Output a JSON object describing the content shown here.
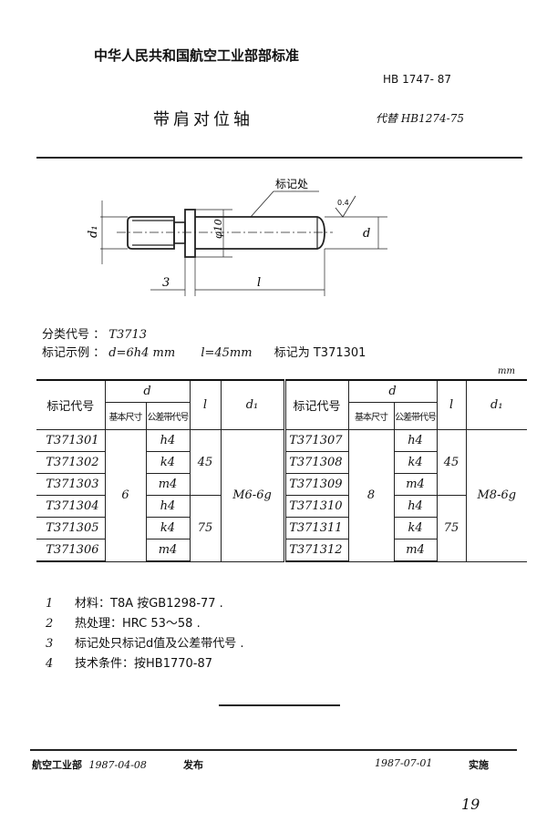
{
  "header": {
    "org_standard": "中华人民共和国航空工业部部标准",
    "standard_no": "HB 1747- 87",
    "title": "带肩对位轴",
    "replaces": "代替 HB1274-75"
  },
  "drawing": {
    "mark_label": "标记处",
    "roughness": "0.4",
    "dim_d1": "d₁",
    "dim_phi10": "φ10",
    "dim_d": "d",
    "dim_3": "3",
    "dim_l": "l"
  },
  "info": {
    "category_label": "分类代号",
    "category_value": "T3713",
    "example_label": "标记示例",
    "example_d": "d=6h4 mm",
    "example_l": "l=45mm",
    "example_mark": "标记为 T371301"
  },
  "table": {
    "unit": "mm",
    "headers": {
      "mark_code": "标记代号",
      "d": "d",
      "basic_size": "基本尺寸",
      "tolerance": "公差带代号",
      "l": "l",
      "d1": "d₁"
    },
    "left": {
      "codes": [
        "T371301",
        "T371302",
        "T371303",
        "T371304",
        "T371305",
        "T371306"
      ],
      "basic_size": "6",
      "tolerances": [
        "h4",
        "k4",
        "m4",
        "h4",
        "k4",
        "m4"
      ],
      "l_values": [
        "45",
        "75"
      ],
      "d1": "M6-6g"
    },
    "right": {
      "codes": [
        "T371307",
        "T371308",
        "T371309",
        "T371310",
        "T371311",
        "T371312"
      ],
      "basic_size": "8",
      "tolerances": [
        "h4",
        "k4",
        "m4",
        "h4",
        "k4",
        "m4"
      ],
      "l_values": [
        "45",
        "75"
      ],
      "d1": "M8-6g"
    }
  },
  "notes": [
    {
      "num": "1",
      "text": "材料：T8A  按GB1298-77 ."
    },
    {
      "num": "2",
      "text": "热处理：HRC 53～58 ."
    },
    {
      "num": "3",
      "text": "标记处只标记d值及公差带代号 ."
    },
    {
      "num": "4",
      "text": "技术条件：按HB1770-87"
    }
  ],
  "footer": {
    "issuer": "航空工业部",
    "issue_date": "1987-04-08",
    "issue_label": "发布",
    "effective_date": "1987-07-01",
    "effective_label": "实施",
    "page": "19"
  }
}
